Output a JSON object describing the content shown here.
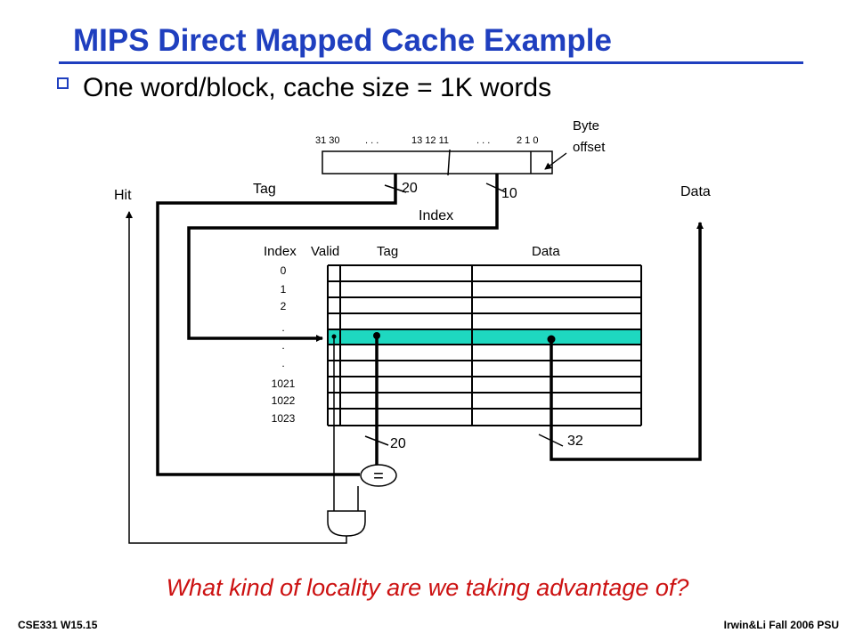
{
  "slide": {
    "title": "MIPS Direct Mapped Cache Example",
    "bullet": "One word/block, cache size = 1K words",
    "question": "What kind of locality are we taking advantage of?",
    "footer_left": "CSE331  W15.15",
    "footer_right": "Irwin&Li Fall 2006 PSU"
  },
  "diagram": {
    "address_bits": [
      "31 30",
      ". . .",
      "13 12  11",
      ". . .",
      "2  1  0"
    ],
    "byte_offset_label": [
      "Byte",
      "offset"
    ],
    "tag_label": "Tag",
    "tag_width": "20",
    "index_width": "10",
    "index_label": "Index",
    "hit_label": "Hit",
    "data_label": "Data",
    "table_headers": {
      "index": "Index",
      "valid": "Valid",
      "tag": "Tag",
      "data": "Data"
    },
    "row_indices": [
      "0",
      "1",
      "2",
      ".",
      ".",
      ".",
      "1021",
      "1022",
      "1023"
    ],
    "tag_out_width": "20",
    "data_out_width": "32",
    "comparator_symbol": "=",
    "highlight_color": "#1ed8c0",
    "accent_color": "#1f3fbf",
    "question_color": "#cc1111"
  }
}
